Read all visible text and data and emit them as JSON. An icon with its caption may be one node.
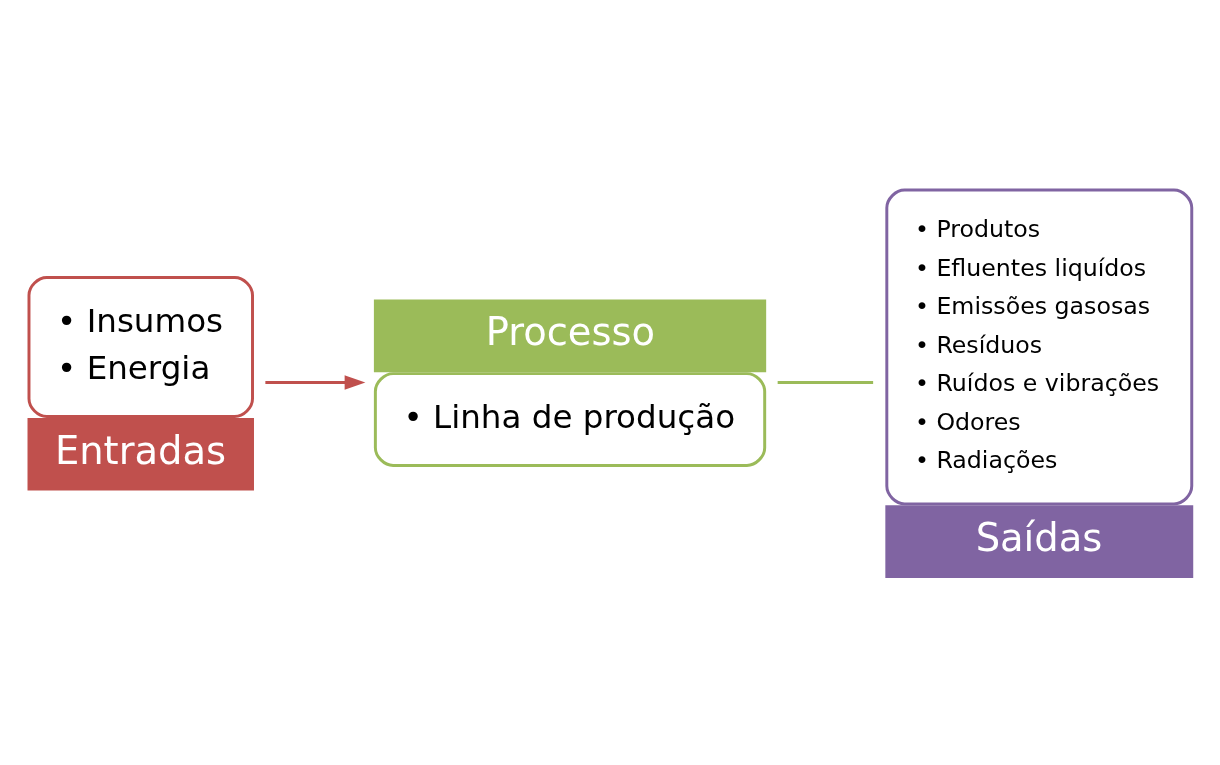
{
  "diagram": {
    "nodes": [
      {
        "text": [
          "• Insumos",
          "• Energia",
          "Entradas"
        ]
      },
      {
        "text": [
          "Processo",
          "• Linha de produção"
        ]
      },
      {
        "text": [
          "• Produtos",
          "• Efluentes liquídos",
          "• Emissões gasosas",
          "• Resíduos",
          "• Ruídos e vibrações",
          "• Odores",
          "• Radiações",
          "Saídas"
        ]
      }
    ],
    "edges": [
      {
        "from": 0,
        "to": 1,
        "arrow": "to",
        "color": "#c0504d"
      },
      {
        "from": 1,
        "to": 2,
        "arrow": "none",
        "color": "#9bbb59"
      }
    ]
  }
}
